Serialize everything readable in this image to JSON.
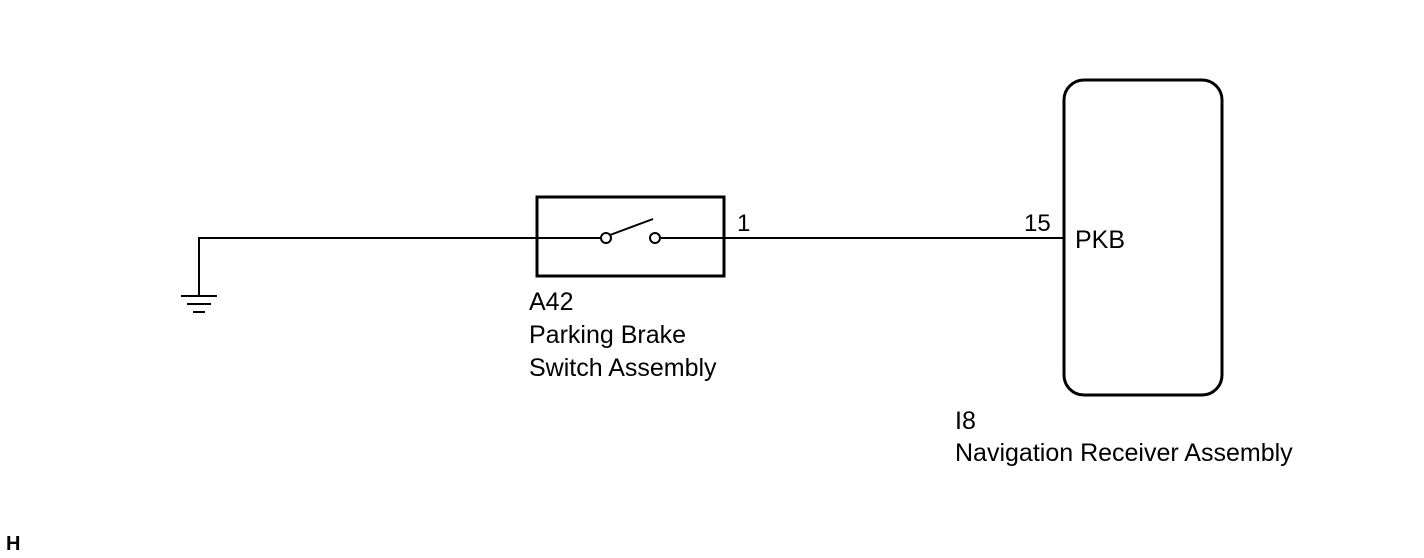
{
  "switch_component": {
    "code": "A42",
    "name_line1": "Parking Brake",
    "name_line2": "Switch Assembly",
    "pin": "1"
  },
  "receiver_component": {
    "code": "I8",
    "name": "Navigation Receiver Assembly",
    "pin": "15",
    "terminal": "PKB"
  },
  "ground": {
    "icon": "ground-icon"
  },
  "corner_label": "H",
  "colors": {
    "line": "#000000",
    "background": "#ffffff"
  }
}
